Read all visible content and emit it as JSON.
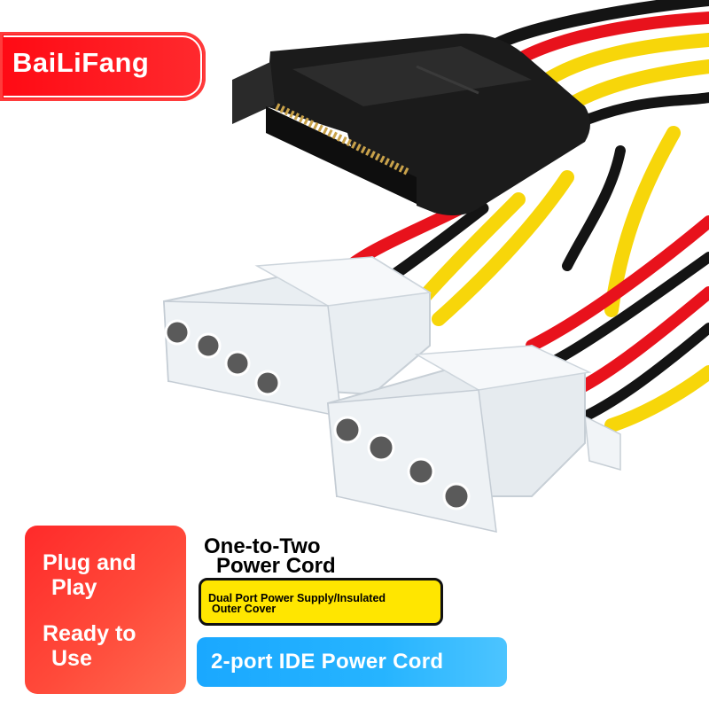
{
  "brand": {
    "name": "BaiLiFang"
  },
  "features": {
    "plug_line1": "Plug and",
    "plug_line2": "Play",
    "ready_line1": "Ready to",
    "ready_line2": "Use"
  },
  "title": {
    "line1": "One-to-Two",
    "line2": "Power Cord"
  },
  "description": {
    "line1": "Dual Port Power Supply/Insulated",
    "line2": "Outer Cover"
  },
  "product_tag": {
    "label": "2-port IDE Power Cord"
  },
  "colors": {
    "red_wire": "#e8121c",
    "yellow_wire": "#f7d60a",
    "black_wire": "#141414",
    "badge_red": "#ff1a1f",
    "tag_blue": "#1aa8ff",
    "box_yellow": "#ffe600"
  }
}
